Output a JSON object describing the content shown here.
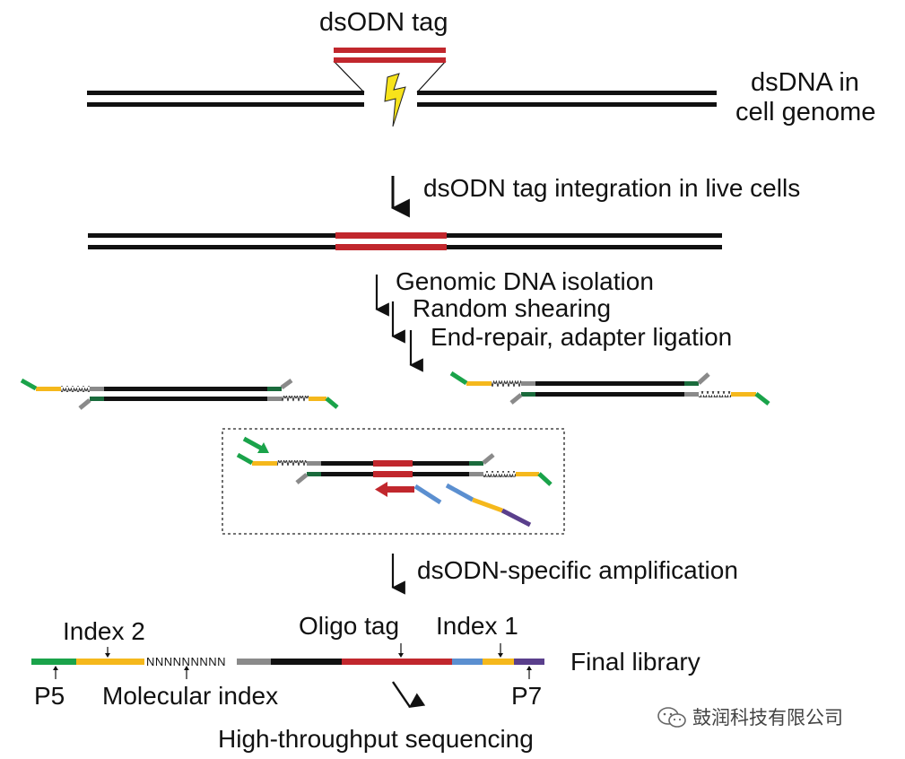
{
  "labels": {
    "dsodn_tag": "dsODN tag",
    "dsdna_line1": "dsDNA in",
    "dsdna_line2": "cell genome",
    "step_integration": "dsODN tag integration in live cells",
    "step_isolation": "Genomic DNA isolation",
    "step_shearing": "Random shearing",
    "step_repair": "End-repair, adapter ligation",
    "step_amplification": "dsODN-specific amplification",
    "index2": "Index 2",
    "oligo_tag": "Oligo tag",
    "index1": "Index 1",
    "final_library": "Final library",
    "p5": "P5",
    "molecular_index": "Molecular index",
    "p7": "P7",
    "umi_sequence": "NNNNNNNNN",
    "sequencing": "High-throughput sequencing",
    "watermark": "鼓润科技有限公司"
  },
  "icons": {
    "lightning": "lightning-icon",
    "watermark": "wechat-icon"
  },
  "colors": {
    "dna": "#111111",
    "tag": "#c1272d",
    "adapter_green": "#1aa34a",
    "adapter_yellow": "#f5b81c",
    "adapter_gray": "#8a8a8a",
    "dark_green": "#1a6b3c",
    "primer_blue": "#5b8fd0",
    "primer_purple": "#5a3f8c",
    "lightning": "#f7e31b"
  }
}
